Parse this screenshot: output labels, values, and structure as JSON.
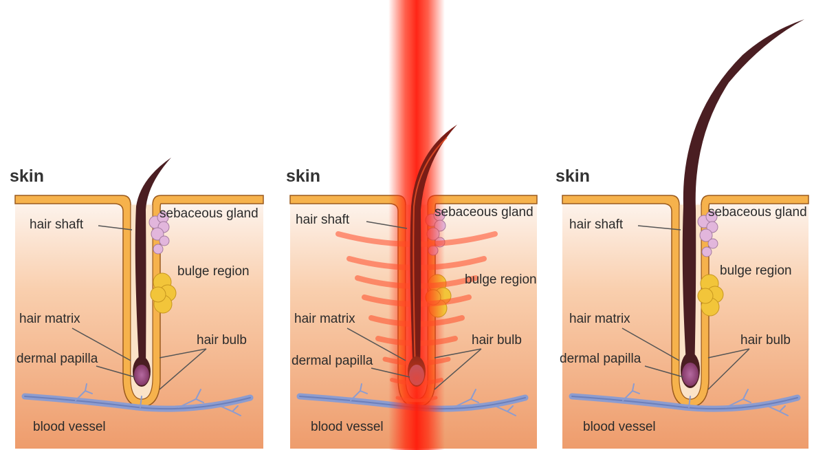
{
  "colors": {
    "epidermis_fill": "#f6b24c",
    "epidermis_outline": "#9a5a1e",
    "dermis_top": "#fdf3ec",
    "dermis_bottom": "#ee9c6c",
    "hair": "#4a1e22",
    "sebaceous": "#e2b6dc",
    "bulge": "#f2c53a",
    "papilla": "#9c4f86",
    "vessel": "#8c9cd0",
    "laser": "#ff1d0d"
  },
  "panels": [
    {
      "id": "before",
      "skin": "skin",
      "hair_shaft": "hair shaft",
      "sebaceous_gland": "sebaceous gland",
      "bulge_region": "bulge region",
      "hair_matrix": "hair matrix",
      "hair_bulb": "hair bulb",
      "dermal_papilla": "dermal papilla",
      "blood_vessel": "blood vessel"
    },
    {
      "id": "laser",
      "skin": "skin",
      "hair_shaft": "hair shaft",
      "sebaceous_gland": "sebaceous gland",
      "bulge_region": "bulge region",
      "hair_matrix": "hair matrix",
      "hair_bulb": "hair bulb",
      "dermal_papilla": "dermal papilla",
      "blood_vessel": "blood vessel"
    },
    {
      "id": "regrowth",
      "skin": "skin",
      "hair_shaft": "hair shaft",
      "sebaceous_gland": "sebaceous gland",
      "bulge_region": "bulge region",
      "hair_matrix": "hair matrix",
      "hair_bulb": "hair bulb",
      "dermal_papilla": "dermal papilla",
      "blood_vessel": "blood vessel"
    }
  ]
}
